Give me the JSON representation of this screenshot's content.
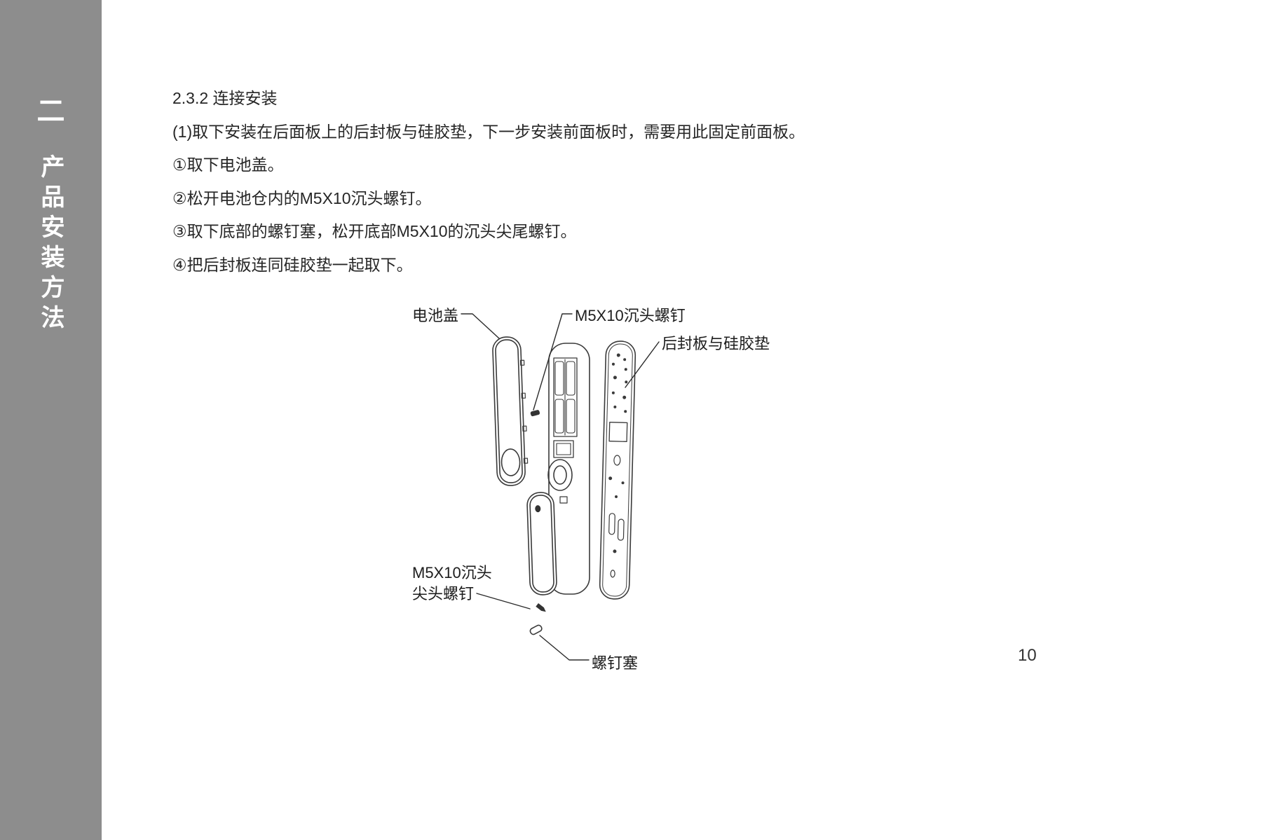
{
  "sidebar": {
    "section_number": "二",
    "section_title": "产品安装方法"
  },
  "content": {
    "heading": "2.3.2 连接安装",
    "paragraphs": [
      "(1)取下安装在后面板上的后封板与硅胶垫，下一步安装前面板时，需要用此固定前面板。",
      "①取下电池盖。",
      "②松开电池仓内的M5X10沉头螺钉。",
      "③取下底部的螺钉塞，松开底部M5X10的沉头尖尾螺钉。",
      "④把后封板连同硅胶垫一起取下。"
    ]
  },
  "diagram": {
    "labels": {
      "battery_cover": "电池盖",
      "countersunk_screw": "M5X10沉头螺钉",
      "back_plate": "后封板与硅胶垫",
      "pointed_screw_line1": "M5X10沉头",
      "pointed_screw_line2": "尖头螺钉",
      "screw_plug": "螺钉塞"
    }
  },
  "page_number": "10"
}
